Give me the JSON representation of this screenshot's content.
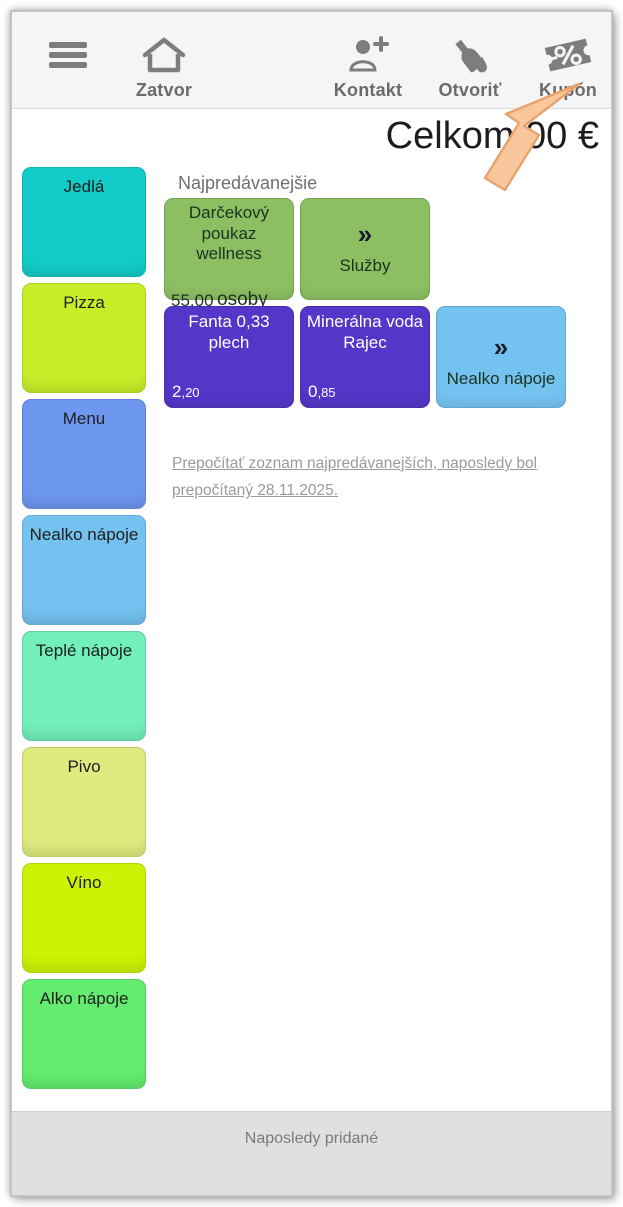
{
  "toolbar": {
    "items": [
      {
        "name": "menu",
        "icon": "hamburger-menu-icon",
        "label": ""
      },
      {
        "name": "home",
        "icon": "home-icon",
        "label": "Zatvor"
      },
      {
        "name": "contact",
        "icon": "person-add-icon",
        "label": "Kontakt"
      },
      {
        "name": "open",
        "icon": "bottle-drop-icon",
        "label": "Otvoriť"
      },
      {
        "name": "coupon",
        "icon": "coupon-ticket-icon",
        "label": "Kupón"
      }
    ]
  },
  "header": {
    "total_text": "Celkom 0,00 €",
    "total_visible": "Celkom      00 €"
  },
  "sidebar": {
    "items": [
      {
        "label": "Jedlá",
        "color": "#12ccc9"
      },
      {
        "label": "Pizza",
        "color": "#c7ee29"
      },
      {
        "label": "Menu",
        "color": "#6e97ef"
      },
      {
        "label": "Nealko nápoje",
        "color": "#74c2f0"
      },
      {
        "label": "Teplé nápoje",
        "color": "#72efbb"
      },
      {
        "label": "Pivo",
        "color": "#dfeb7e"
      },
      {
        "label": "Víno",
        "color": "#ccf205"
      },
      {
        "label": "Alko nápoje",
        "color": "#63ec6f"
      }
    ]
  },
  "panel": {
    "title": "Najpredávanejšie",
    "rows": [
      [
        {
          "kind": "product",
          "name": "Darčekový poukaz wellness",
          "extra": "osoby",
          "price": "55",
          "cents": ",00",
          "color": "#8cbf62",
          "text": "light",
          "overflow": true
        },
        {
          "kind": "nav",
          "label": "Služby",
          "chevron": "»",
          "color": "#8cbf62",
          "clip": false
        }
      ],
      [
        {
          "kind": "product",
          "name": "Fanta 0,33 plech",
          "price": "2",
          "cents": ",20",
          "color": "#5436c8",
          "text": "dark"
        },
        {
          "kind": "product",
          "name": "Minerálna voda Rajec",
          "price": "0",
          "cents": ",85",
          "color": "#5436c8",
          "text": "dark"
        },
        {
          "kind": "nav",
          "label": "Nealko nápoje",
          "chevron": "»",
          "color": "#74c2f0",
          "clip": true
        }
      ]
    ],
    "recalc_link": "Prepočítať zoznam najpredávanejších, naposledy bol prepočítaný 28.11.2025."
  },
  "bottombar": {
    "label": "Naposledy pridané"
  },
  "cursor": {
    "name": "arrow-pointer",
    "color": "#f8c293",
    "points_at": "Kupón"
  },
  "colors": {
    "toolbar_bg": "#f5f5f5",
    "icon_gray": "#7d7d7d",
    "bottom_bg": "#e0e0e0",
    "link_gray": "#9a9a9a"
  }
}
